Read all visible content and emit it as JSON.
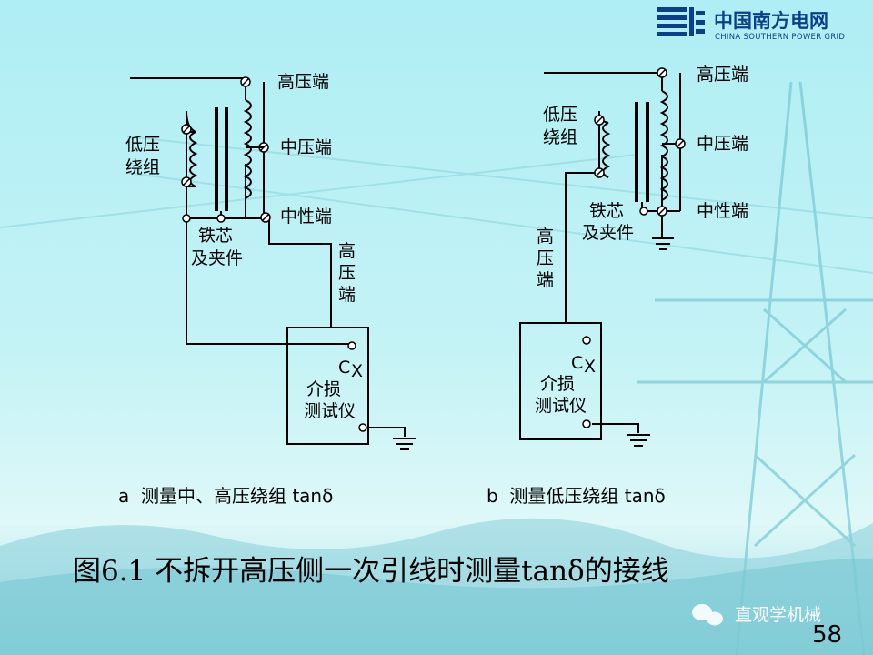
{
  "logo": {
    "name_cn": "中国南方电网",
    "name_en": "CHINA SOUTHERN POWER GRID",
    "color": "#0a3f8c"
  },
  "diagram_a": {
    "hv_terminal": "高压端",
    "mv_terminal": "中压端",
    "neutral_terminal": "中性端",
    "lv_winding": [
      "低压",
      "绕组"
    ],
    "core_clamp": [
      "铁芯",
      "及夹件"
    ],
    "hv_lead": [
      "高",
      "压",
      "端"
    ],
    "instrument_cx": "C",
    "instrument_cx_sub": "X",
    "instrument_name": [
      "介损",
      "测试仪"
    ],
    "caption": "a  测量中、高压绕组 tanδ"
  },
  "diagram_b": {
    "hv_terminal": "高压端",
    "mv_terminal": "中压端",
    "neutral_terminal": "中性端",
    "lv_winding": [
      "低压",
      "绕组"
    ],
    "core_clamp": [
      "铁芯",
      "及夹件"
    ],
    "hv_lead": [
      "高",
      "压",
      "端"
    ],
    "instrument_cx": "C",
    "instrument_cx_sub": "X",
    "instrument_name": [
      "介损",
      "测试仪"
    ],
    "caption": "b  测量低压绕组 tanδ"
  },
  "figure_title": "图6.1 不拆开高压侧一次引线时测量tanδ的接线",
  "watermark": "直观学机械",
  "page_number": "58"
}
